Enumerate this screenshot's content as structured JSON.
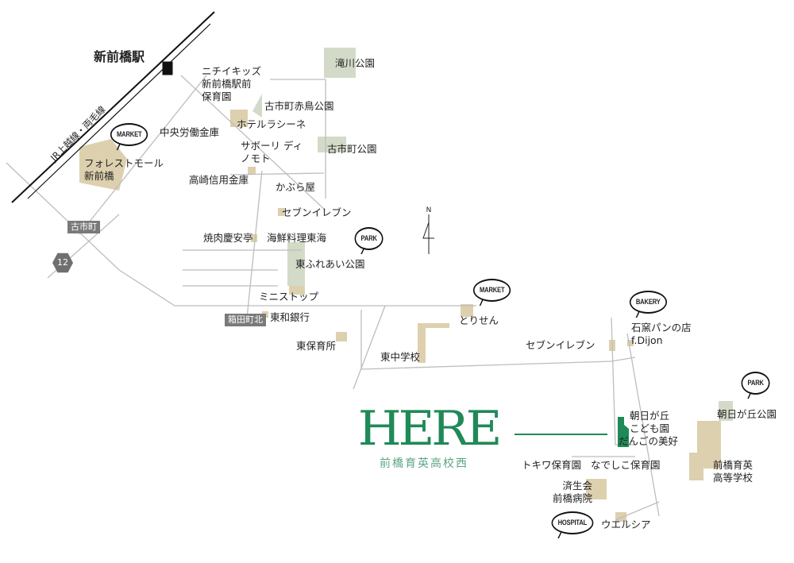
{
  "station": "新前橋駅",
  "railway": "JR上越線・両毛線",
  "badges": {
    "furuichi": "古市町",
    "hakoda": "箱田町北",
    "route": "12"
  },
  "compass": "N",
  "here": {
    "title": "HERE",
    "subtitle": "前橋育英高校西",
    "color": "#1f8a57"
  },
  "bubbles": {
    "market1": "MARKET",
    "park1": "PARK",
    "market2": "MARKET",
    "bakery": "BAKERY",
    "park2": "PARK",
    "hospital": "HOSPITAL"
  },
  "places": {
    "nichii": [
      "ニチイキッズ",
      "新前橋駅前",
      "保育園"
    ],
    "takigawa": "滝川公園",
    "akatori": "古市町赤鳥公園",
    "hotel": "ホテルラシーネ",
    "rokin": "中央労働金庫",
    "sapori": [
      "サボーリ ディ",
      "ノモト"
    ],
    "furuichi_park": "古市町公園",
    "forest": [
      "フォレストモール",
      "新前橋"
    ],
    "shinkin": "高崎信用金庫",
    "kaburaya": "かぶら屋",
    "seven1": "セブンイレブン",
    "keian": "焼肉慶安亭",
    "tokai": "海鮮料理東海",
    "fureai": "東ふれあい公園",
    "ministop": "ミニストップ",
    "towa": "東和銀行",
    "higashi_hoiku": "東保育所",
    "higashi_chu": "東中学校",
    "torisen": "とりせん",
    "seven2": "セブンイレブン",
    "dijon": [
      "石窯パンの店",
      "f.Dijon"
    ],
    "asahi_kodomo": [
      "朝日が丘",
      "こども園"
    ],
    "asahi_park": "朝日が丘公園",
    "dango": "だんごの美好",
    "tokiwa": "トキワ保育園",
    "nadeshiko": "なでしこ保育園",
    "ikuei": [
      "前橋育英",
      "高等学校"
    ],
    "saiseikai": [
      "済生会",
      "前橋病院"
    ],
    "welcia": "ウエルシア"
  }
}
